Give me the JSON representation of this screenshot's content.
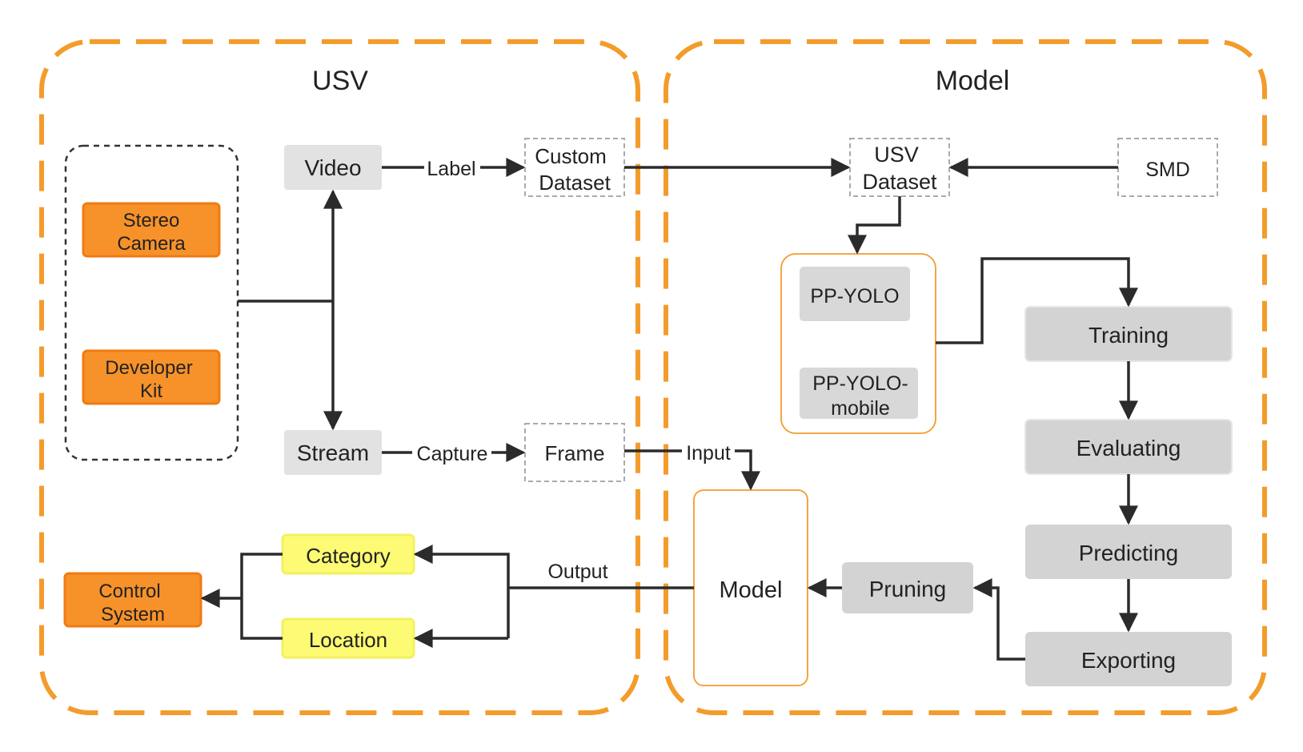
{
  "panels": {
    "usv": {
      "title": "USV"
    },
    "model": {
      "title": "Model"
    }
  },
  "nodes": {
    "stereo_camera": {
      "line1": "Stereo",
      "line2": "Camera"
    },
    "developer_kit": {
      "line1": "Developer",
      "line2": "Kit"
    },
    "video": {
      "label": "Video"
    },
    "stream": {
      "label": "Stream"
    },
    "custom_dataset": {
      "line1": "Custom",
      "line2": "Dataset"
    },
    "frame": {
      "label": "Frame"
    },
    "usv_dataset": {
      "line1": "USV",
      "line2": "Dataset"
    },
    "smd": {
      "label": "SMD"
    },
    "pp_yolo": {
      "label": "PP-YOLO"
    },
    "pp_yolo_mobile": {
      "line1": "PP-YOLO-",
      "line2": "mobile"
    },
    "training": {
      "label": "Training"
    },
    "evaluating": {
      "label": "Evaluating"
    },
    "predicting": {
      "label": "Predicting"
    },
    "exporting": {
      "label": "Exporting"
    },
    "model": {
      "label": "Model"
    },
    "pruning": {
      "label": "Pruning"
    },
    "category": {
      "label": "Category"
    },
    "location": {
      "label": "Location"
    },
    "control_system": {
      "line1": "Control",
      "line2": "System"
    }
  },
  "edges": {
    "label": "Label",
    "capture": "Capture",
    "input": "Input",
    "output": "Output"
  },
  "colors": {
    "panel_border": "#f39c2b",
    "hardware_fill": "#f7922a",
    "output_fill": "#fdfb74",
    "output_border": "#f3f060",
    "step_fill": "#d3d3d3",
    "source_fill": "#e2e2e2",
    "arrow": "#2b2b2b"
  }
}
